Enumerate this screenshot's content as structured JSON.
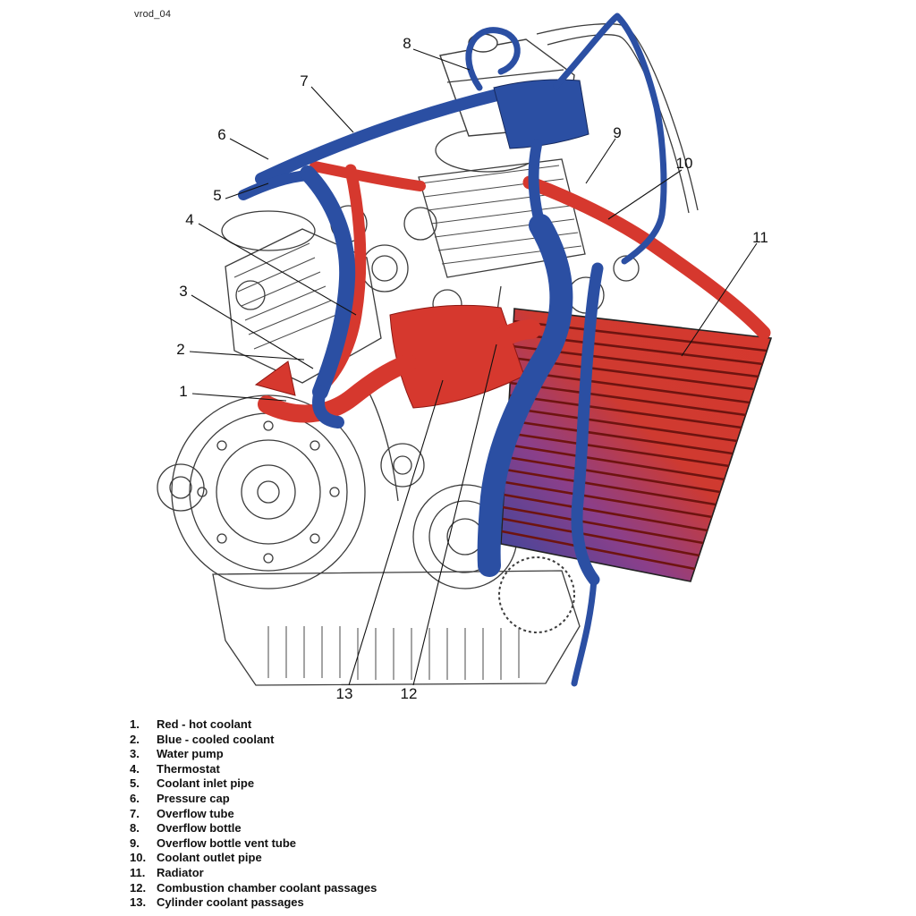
{
  "page": {
    "code_label": "vrod_04"
  },
  "colors": {
    "hot": "#d6382e",
    "cooled": "#2b4fa3",
    "ink": "#1a1a1a"
  },
  "callouts": [
    "1",
    "2",
    "3",
    "4",
    "5",
    "6",
    "7",
    "8",
    "9",
    "10",
    "11",
    "12",
    "13"
  ],
  "legend": [
    {
      "num": "1.",
      "label": "Red - hot coolant"
    },
    {
      "num": "2.",
      "label": "Blue - cooled coolant"
    },
    {
      "num": "3.",
      "label": "Water pump"
    },
    {
      "num": "4.",
      "label": "Thermostat"
    },
    {
      "num": "5.",
      "label": "Coolant inlet pipe"
    },
    {
      "num": "6.",
      "label": "Pressure cap"
    },
    {
      "num": "7.",
      "label": "Overflow tube"
    },
    {
      "num": "8.",
      "label": "Overflow bottle"
    },
    {
      "num": "9.",
      "label": "Overflow bottle vent tube"
    },
    {
      "num": "10.",
      "label": "Coolant outlet pipe"
    },
    {
      "num": "11.",
      "label": "Radiator"
    },
    {
      "num": "12.",
      "label": "Combustion chamber coolant passages"
    },
    {
      "num": "13.",
      "label": "Cylinder coolant passages"
    }
  ]
}
